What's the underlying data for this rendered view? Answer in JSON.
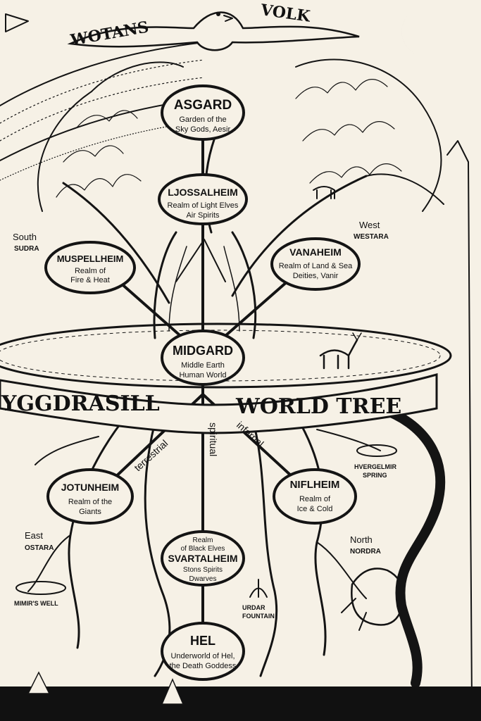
{
  "colors": {
    "paper": "#f6f1e6",
    "ink": "#141414",
    "ground": "#111111"
  },
  "header": {
    "left": "WOTANS",
    "right": "VOLK"
  },
  "banner": {
    "left": "YGGDRASILL",
    "right": "WORLD TREE"
  },
  "axis_labels": {
    "terrestrial": "terrestrial",
    "spiritual": "spiritual",
    "infernal": "infernal"
  },
  "realms": {
    "asgard": {
      "title": "ASGARD",
      "line1": "Garden of the",
      "line2": "Sky Gods, Aesir"
    },
    "ljossalheim": {
      "title": "LJOSSALHEIM",
      "line1": "Realm of Light Elves",
      "line2": "Air Spirits"
    },
    "muspellheim": {
      "title": "MUSPELLHEIM",
      "line1": "Realm of",
      "line2": "Fire & Heat"
    },
    "vanaheim": {
      "title": "VANAHEIM",
      "line1": "Realm of Land & Sea",
      "line2": "Deities, Vanir"
    },
    "midgard": {
      "title": "MIDGARD",
      "line1": "Middle Earth",
      "line2": "Human World"
    },
    "jotunheim": {
      "title": "JOTUNHEIM",
      "line1": "Realm of the",
      "line2": "Giants"
    },
    "niflheim": {
      "title": "NIFLHEIM",
      "line1": "Realm of",
      "line2": "Ice & Cold"
    },
    "svartalheim": {
      "pre1": "Realm",
      "pre2": "of Black Elves",
      "title": "SVARTALHEIM",
      "line1": "Stons Spirits",
      "line2": "Dwarves"
    },
    "hel": {
      "title": "HEL",
      "line1": "Underworld of Hel,",
      "line2": "the Death Goddess"
    }
  },
  "directions": {
    "south": {
      "name": "South",
      "native": "SUDRA"
    },
    "west": {
      "name": "West",
      "native": "WESTARA"
    },
    "east": {
      "name": "East",
      "native": "OSTARA"
    },
    "north": {
      "name": "North",
      "native": "NORDRA"
    }
  },
  "places": {
    "mimir": "MIMIR'S WELL",
    "hvergelmir_1": "HVERGELMIR",
    "hvergelmir_2": "SPRING",
    "urdar_1": "URDAR",
    "urdar_2": "FOUNTAIN"
  },
  "icons": [
    "eagle-icon",
    "crescent-moon-icon",
    "star-icon",
    "serpent-icon",
    "deer-icon"
  ]
}
